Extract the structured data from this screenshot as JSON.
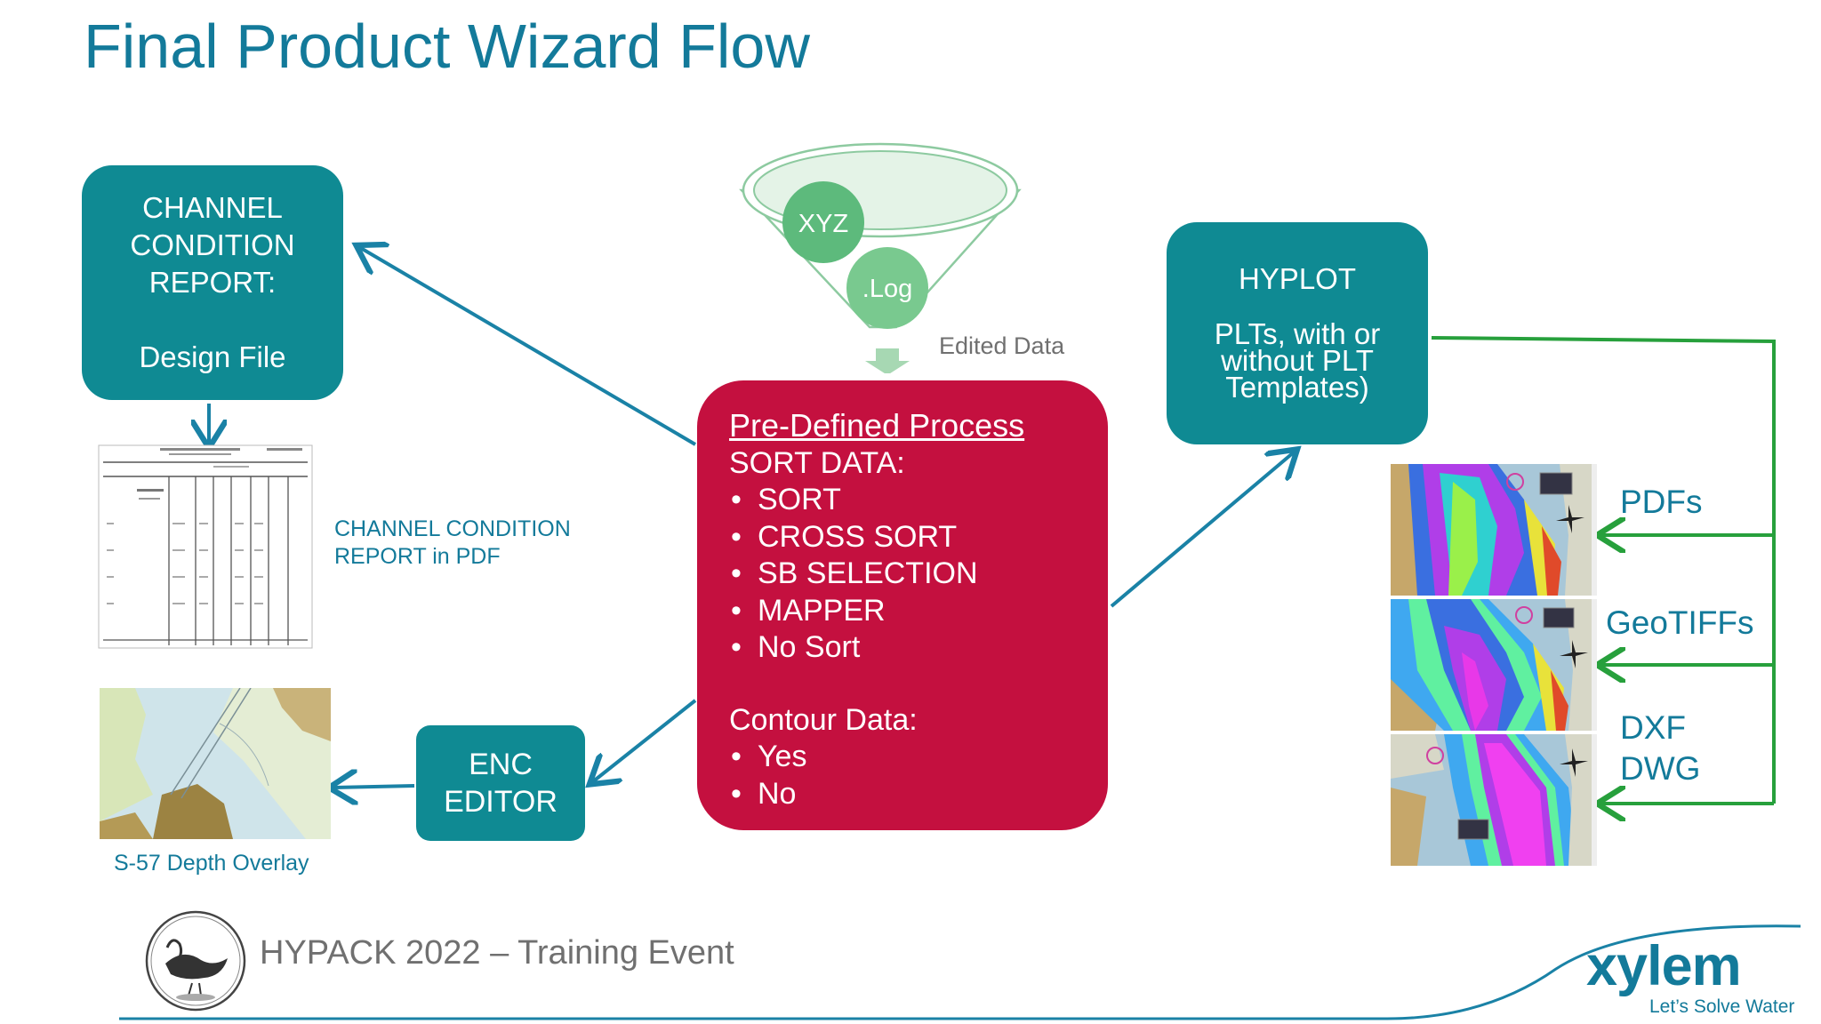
{
  "title": "Final Product Wizard Flow",
  "funnel": {
    "xyz_label": "XYZ",
    "log_label": ".Log",
    "edited_label": "Edited Data"
  },
  "channel_box": {
    "line1": "CHANNEL",
    "line2": "CONDITION",
    "line3": "REPORT:",
    "line4": "Design File"
  },
  "channel_pdf_caption": {
    "line1": "CHANNEL CONDITION",
    "line2": "REPORT in PDF"
  },
  "enc_box": {
    "line1": "ENC",
    "line2": "EDITOR"
  },
  "s57_caption": "S-57 Depth Overlay",
  "process": {
    "title": "Pre-Defined Process",
    "sort_heading": "SORT DATA:",
    "sort_items": [
      "SORT",
      "CROSS SORT",
      "SB SELECTION",
      "MAPPER",
      "No Sort"
    ],
    "contour_heading": "Contour Data:",
    "contour_items": [
      "Yes",
      "No"
    ]
  },
  "hyplot_box": {
    "line1": "HYPLOT",
    "line2": "PLTs, with or",
    "line3": "without PLT",
    "line4": "Templates)"
  },
  "outputs": {
    "pdfs": "PDFs",
    "geotiffs": "GeoTIFFs",
    "dxf": "DXF",
    "dwg": "DWG"
  },
  "footer": {
    "event": "HYPACK 2022 – Training Event",
    "brand": "xylem",
    "tagline": "Let’s Solve Water"
  },
  "colors": {
    "title_teal": "#137a9a",
    "box_teal": "#0f8a93",
    "process_red": "#c4103f",
    "arrow_blue": "#1a82a6",
    "bracket_green": "#27a03c",
    "funnel_green": "#5dba7c"
  }
}
